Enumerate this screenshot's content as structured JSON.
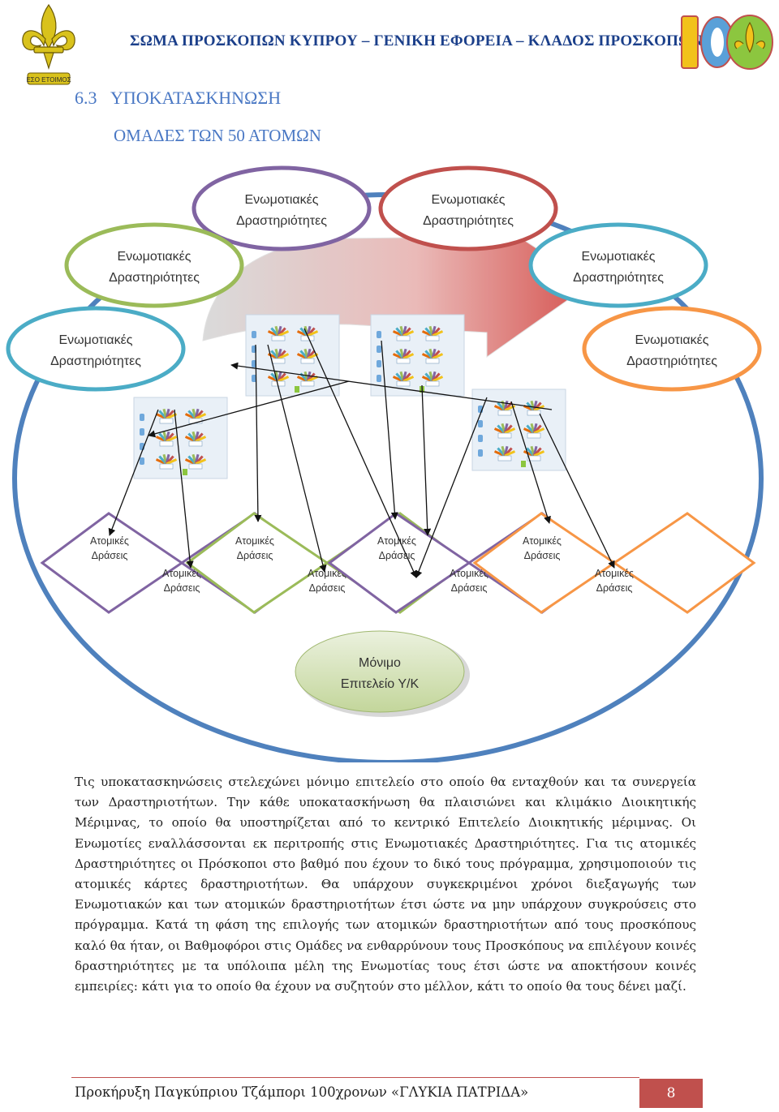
{
  "header": {
    "organization": "ΣΩΜΑ ΠΡΟΣΚΟΠΩΝ ΚΥΠΡΟΥ – ΓΕΝΙΚΗ ΕΦΟΡΕΙΑ – ΚΛΑΔΟΣ ΠΡΟΣΚΟΠΩΝ",
    "logo_left_text": "ΕΣΟ ΕΤΟΙΜΟΣ",
    "logo_right_text": "100"
  },
  "section": {
    "number": "6.3",
    "title": "ΥΠΟΚΑΤΑΣΚΗΝΩΣΗ",
    "subtitle": "ΟΜΑΔΕΣ ΤΩΝ 50 ΑΤΟΜΩΝ"
  },
  "diagram": {
    "patrol_activities": [
      {
        "line1": "Ενωμοτιακές",
        "line2": "Δραστηριότητες",
        "color": "#8064a2"
      },
      {
        "line1": "Ενωμοτιακές",
        "line2": "Δραστηριότητες",
        "color": "#c0504d"
      },
      {
        "line1": "Ενωμοτιακές",
        "line2": "Δραστηριότητες",
        "color": "#9bbb59"
      },
      {
        "line1": "Ενωμοτιακές",
        "line2": "Δραστηριότητες",
        "color": "#4bacc6"
      },
      {
        "line1": "Ενωμοτιακές",
        "line2": "Δραστηριότητες",
        "color": "#4bacc6"
      },
      {
        "line1": "Ενωμοτιακές",
        "line2": "Δραστηριότητες",
        "color": "#f79646"
      }
    ],
    "individual_actions": [
      {
        "line1": "Ατομικές",
        "line2": "Δράσεις"
      },
      {
        "line1": "Ατομικές",
        "line2": "Δράσεις"
      },
      {
        "line1": "Ατομικές",
        "line2": "Δράσεις"
      },
      {
        "line1": "Ατομικές",
        "line2": "Δράσεις"
      },
      {
        "line1": "Ατομικές",
        "line2": "Δράσεις"
      },
      {
        "line1": "Ατομικές",
        "line2": "Δράσεις"
      },
      {
        "line1": "Ατομικές",
        "line2": "Δράσεις"
      },
      {
        "line1": "Ατομικές",
        "line2": "Δράσεις"
      }
    ],
    "group_colors": [
      "#8064a2",
      "#9bbb59",
      "#8064a2",
      "#f79646"
    ],
    "outer_ring_color": "#4f81bd",
    "arrow_color": "#c0504d",
    "staff": {
      "line1": "Μόνιμο",
      "line2": "Επιτελείο Υ/Κ",
      "color": "#d7e4bd"
    }
  },
  "body_text": "Τις υποκατασκηνώσεις στελεχώνει μόνιμο επιτελείο στο οποίο θα ενταχθούν και τα συνεργεία των Δραστηριοτήτων. Την κάθε υποκατασκήνωση θα πλαισιώνει και κλιμάκιο Διοικητικής Μέριμνας, το οποίο θα υποστηρίζεται από το κεντρικό Επιτελείο Διοικητικής μέριμνας. Οι Ενωμοτίες εναλλάσσονται εκ περιτροπής στις Ενωμοτιακές Δραστηριότητες. Για τις ατομικές Δραστηριότητες οι Πρόσκοποι στο βαθμό που έχουν το δικό τους πρόγραμμα, χρησιμοποιούν τις ατομικές κάρτες δραστηριοτήτων. Θα υπάρχουν συγκεκριμένοι χρόνοι διεξαγωγής των Ενωμοτιακών και των ατομικών δραστηριοτήτων έτσι ώστε να μην υπάρχουν συγκρούσεις στο πρόγραμμα. Κατά τη φάση της επιλογής των ατομικών δραστηριοτήτων από τους προσκόπους καλό θα ήταν, οι Βαθμοφόροι στις Ομάδες να ενθαρρύνουν τους Προσκόπους να επιλέγουν κοινές δραστηριότητες με τα υπόλοιπα μέλη της Ενωμοτίας τους έτσι ώστε να αποκτήσουν κοινές εμπειρίες: κάτι για το οποίο θα έχουν να συζητούν στο μέλλον, κάτι το οποίο θα τους δένει μαζί.",
  "footer": {
    "text": "Προκήρυξη Παγκύπριου Τζάμπορι 100χρονων «ΓΛΥΚΙΑ ΠΑΤΡΙΔΑ»",
    "page": "8"
  }
}
